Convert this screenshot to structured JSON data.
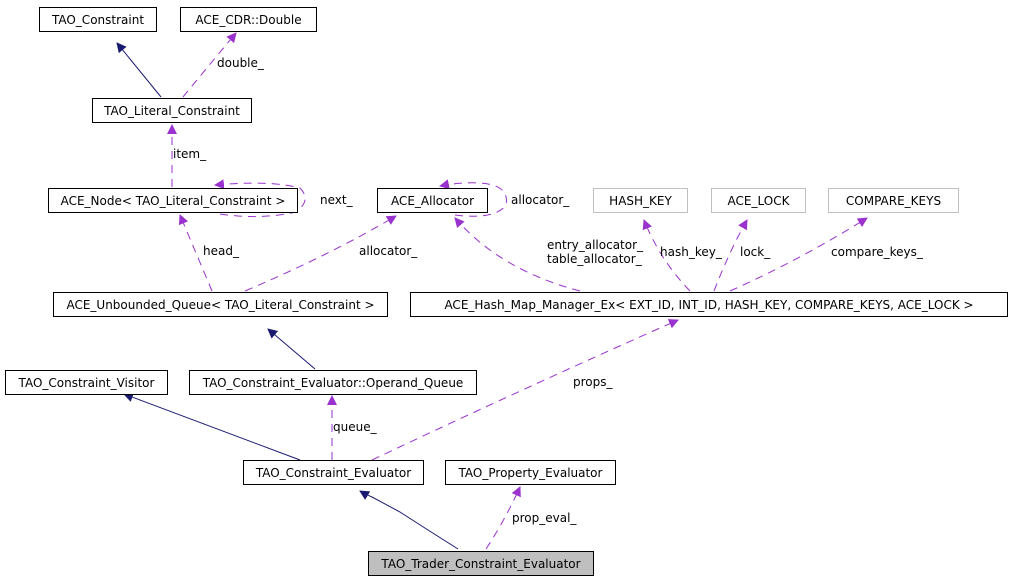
{
  "diagram": {
    "title": "Collaboration diagram for TAO_Trader_Constraint_Evaluator",
    "colors": {
      "inheritance": "#191970",
      "usage": "#9a32cd",
      "template_border": "#bfbfbf",
      "focus_fill": "#bfbfbf"
    },
    "nodes": [
      {
        "id": "tao_constraint",
        "label": "TAO_Constraint"
      },
      {
        "id": "ace_cdr_double",
        "label": "ACE_CDR::Double"
      },
      {
        "id": "tao_literal_constraint",
        "label": "TAO_Literal_Constraint"
      },
      {
        "id": "ace_node",
        "label": "ACE_Node< TAO_Literal_Constraint >"
      },
      {
        "id": "ace_allocator",
        "label": "ACE_Allocator"
      },
      {
        "id": "hash_key",
        "label": "HASH_KEY"
      },
      {
        "id": "ace_lock",
        "label": "ACE_LOCK"
      },
      {
        "id": "compare_keys",
        "label": "COMPARE_KEYS"
      },
      {
        "id": "ace_unbounded_queue",
        "label": "ACE_Unbounded_Queue< TAO_Literal_Constraint >"
      },
      {
        "id": "ace_hash_map_manager_ex",
        "label": "ACE_Hash_Map_Manager_Ex< EXT_ID, INT_ID, HASH_KEY, COMPARE_KEYS, ACE_LOCK >"
      },
      {
        "id": "tao_constraint_visitor",
        "label": "TAO_Constraint_Visitor"
      },
      {
        "id": "operand_queue",
        "label": "TAO_Constraint_Evaluator::Operand_Queue"
      },
      {
        "id": "tao_constraint_evaluator",
        "label": "TAO_Constraint_Evaluator"
      },
      {
        "id": "tao_property_evaluator",
        "label": "TAO_Property_Evaluator"
      },
      {
        "id": "tao_trader_constraint_evaluator",
        "label": "TAO_Trader_Constraint_Evaluator"
      }
    ],
    "edge_labels": {
      "double": "double_",
      "item": "item_",
      "next": "next_",
      "allocator_self": "allocator_",
      "head": "head_",
      "allocator_queue": "allocator_",
      "entry_allocator": "entry_allocator_",
      "table_allocator": "table_allocator_",
      "hash_key": "hash_key_",
      "lock": "lock_",
      "compare_keys": "compare_keys_",
      "props": "props_",
      "queue": "queue_",
      "prop_eval": "prop_eval_"
    }
  }
}
